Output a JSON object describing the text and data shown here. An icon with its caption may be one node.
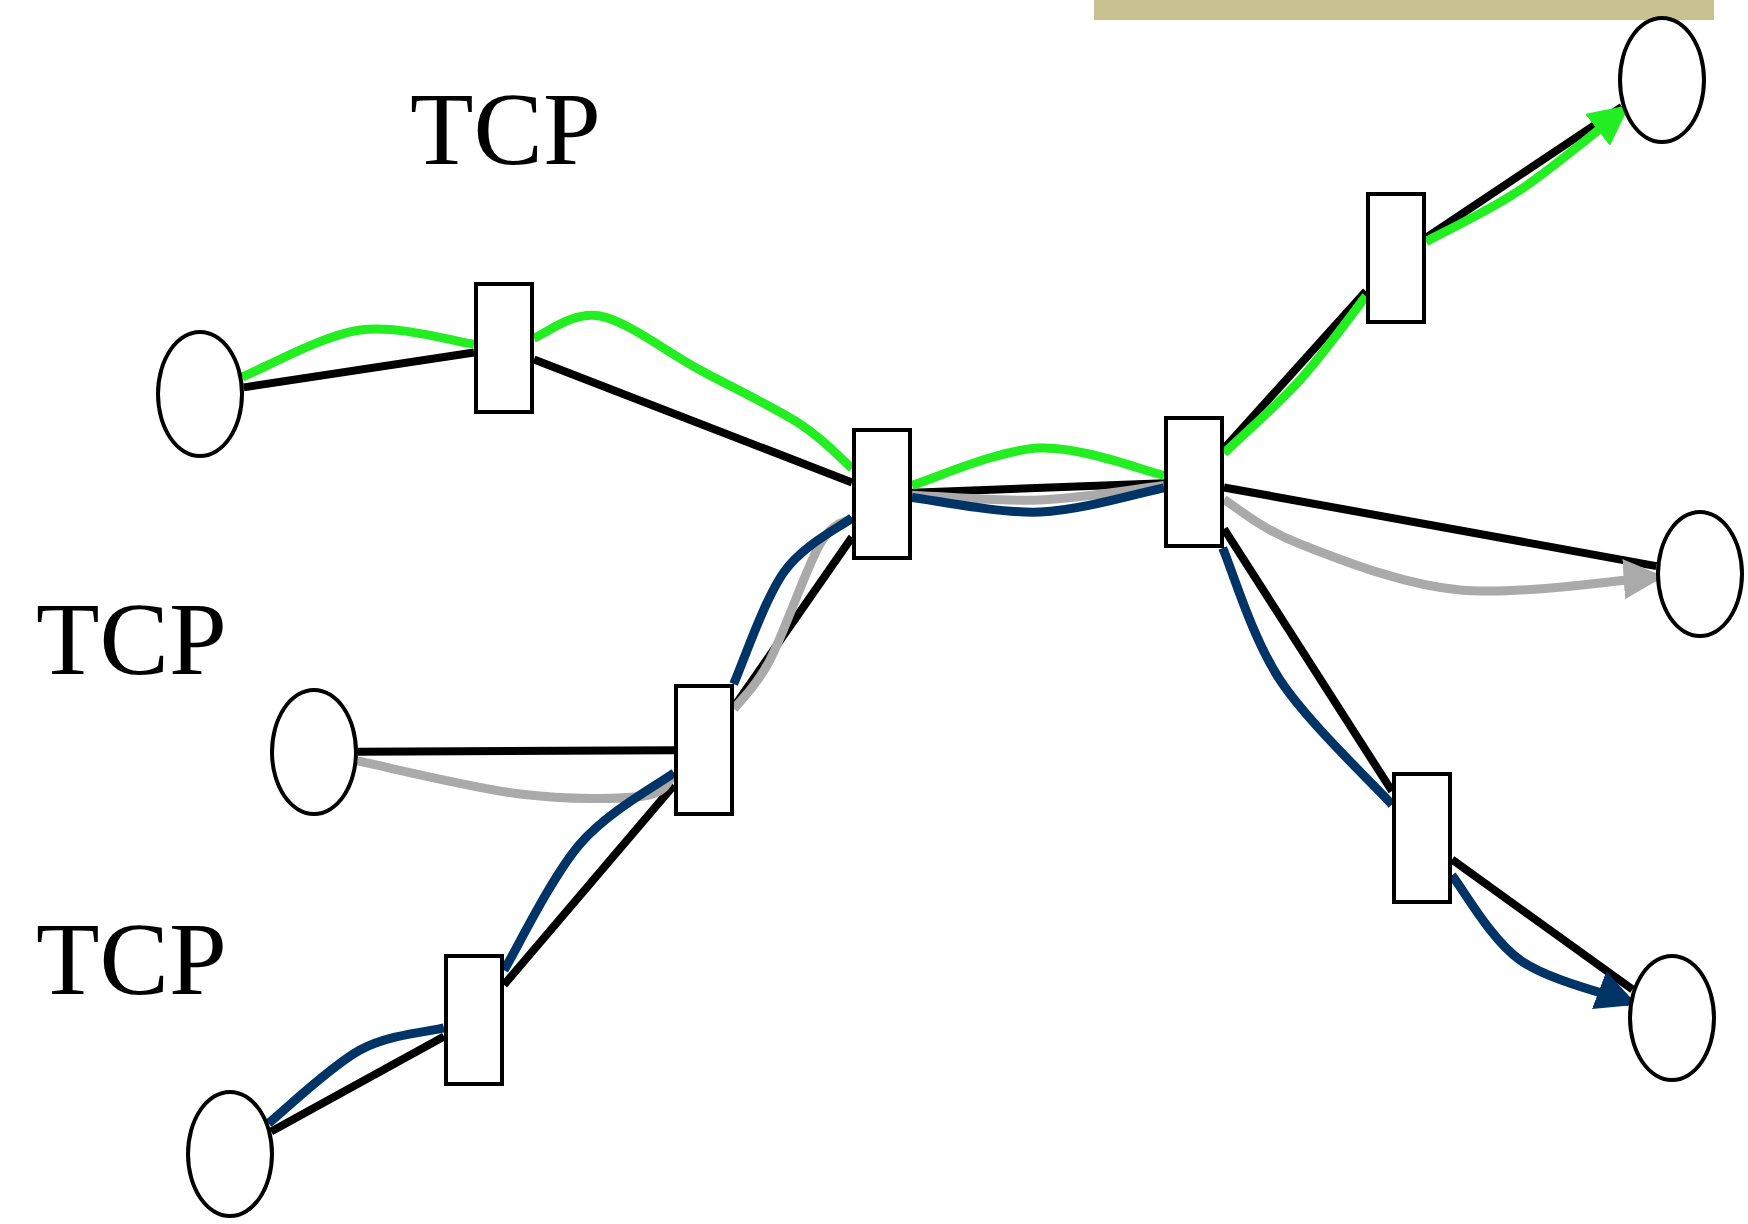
{
  "diagram": {
    "nodes": [
      {
        "text": [],
        "shape": "circle"
      },
      {
        "text": [],
        "shape": "box"
      },
      {
        "text": [],
        "shape": "circle"
      },
      {
        "text": [],
        "shape": "box"
      },
      {
        "text": [],
        "shape": "circle"
      },
      {
        "text": [],
        "shape": "box"
      },
      {
        "text": [],
        "shape": "box"
      },
      {
        "text": [],
        "shape": "box"
      },
      {
        "text": [],
        "shape": "box"
      },
      {
        "text": [],
        "shape": "circle"
      },
      {
        "text": [],
        "shape": "circle"
      },
      {
        "text": [],
        "shape": "box"
      },
      {
        "text": [],
        "shape": "circle"
      }
    ],
    "edges": [
      {
        "from": 0,
        "to": 1,
        "arrow": "none"
      },
      {
        "from": 1,
        "to": 6,
        "arrow": "none"
      },
      {
        "from": 2,
        "to": 3,
        "arrow": "none"
      },
      {
        "from": 3,
        "to": 6,
        "arrow": "none"
      },
      {
        "from": 4,
        "to": 5,
        "arrow": "none"
      },
      {
        "from": 5,
        "to": 3,
        "arrow": "none"
      },
      {
        "from": 6,
        "to": 7,
        "arrow": "none"
      },
      {
        "from": 7,
        "to": 8,
        "arrow": "none"
      },
      {
        "from": 8,
        "to": 9,
        "arrow": "none"
      },
      {
        "from": 7,
        "to": 10,
        "arrow": "none"
      },
      {
        "from": 7,
        "to": 11,
        "arrow": "none"
      },
      {
        "from": 11,
        "to": 12,
        "arrow": "none"
      },
      {
        "from": 0,
        "to": 1,
        "arrow": "none",
        "color": "#22ee22"
      },
      {
        "from": 1,
        "to": 6,
        "arrow": "none",
        "color": "#22ee22"
      },
      {
        "from": 6,
        "to": 7,
        "arrow": "none",
        "color": "#22ee22"
      },
      {
        "from": 7,
        "to": 8,
        "arrow": "none",
        "color": "#22ee22"
      },
      {
        "from": 8,
        "to": 9,
        "arrow": "to",
        "color": "#22ee22"
      },
      {
        "from": 2,
        "to": 3,
        "arrow": "none",
        "color": "#aaaaaa"
      },
      {
        "from": 3,
        "to": 6,
        "arrow": "none",
        "color": "#aaaaaa"
      },
      {
        "from": 6,
        "to": 7,
        "arrow": "none",
        "color": "#aaaaaa"
      },
      {
        "from": 7,
        "to": 10,
        "arrow": "to",
        "color": "#aaaaaa"
      },
      {
        "from": 4,
        "to": 5,
        "arrow": "none",
        "color": "#003366"
      },
      {
        "from": 5,
        "to": 3,
        "arrow": "none",
        "color": "#003366"
      },
      {
        "from": 3,
        "to": 6,
        "arrow": "none",
        "color": "#003366"
      },
      {
        "from": 6,
        "to": 7,
        "arrow": "none",
        "color": "#003366"
      },
      {
        "from": 7,
        "to": 11,
        "arrow": "none",
        "color": "#003366"
      },
      {
        "from": 11,
        "to": 12,
        "arrow": "to",
        "color": "#003366"
      }
    ],
    "labels": [
      "TCP",
      "TCP",
      "TCP"
    ]
  }
}
